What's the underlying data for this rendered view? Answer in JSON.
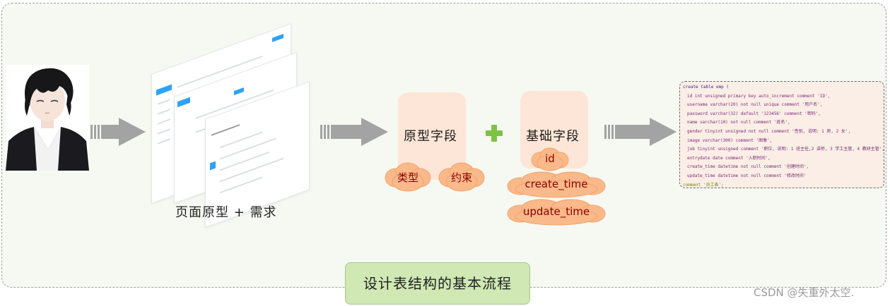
{
  "prototype_caption": "页面原型 + 需求",
  "card_prototype": {
    "title": "原型字段",
    "tags": [
      "类型",
      "约束"
    ]
  },
  "card_base": {
    "title": "基础字段",
    "tags": [
      "id",
      "create_time",
      "update_time"
    ]
  },
  "sql_lines": [
    "create table emp (",
    "id int unsigned primary key auto_increment comment 'ID',",
    "username varchar(20) not null unique comment '用户名',",
    "password varchar(32) default '123456' comment '密码',",
    "name varchar(10) not null comment '姓名',",
    "gender tinyint unsigned not null comment '性别, 说明: 1 男, 2 女',",
    "image varchar(300) comment '图像',",
    "job tinyint unsigned comment '职位, 说明: 1 班主任,2 讲师, 3 学工主管, 4 教研主管',",
    "entrydate date comment '入职时间',",
    "create_time datetime not null comment '创建时间',",
    "update_time datetime not null comment '修改时间'",
    "comment '员工表';"
  ],
  "bottom_label": "设计表结构的基本流程",
  "watermark": "CSDN @失重外太空.",
  "colors": {
    "card_bg": "#fde6d7",
    "cloud": "#f9b98a",
    "plus": "#7dc242",
    "arrow": "#a3a3a3",
    "bottom_box": "#cfe8b4"
  }
}
